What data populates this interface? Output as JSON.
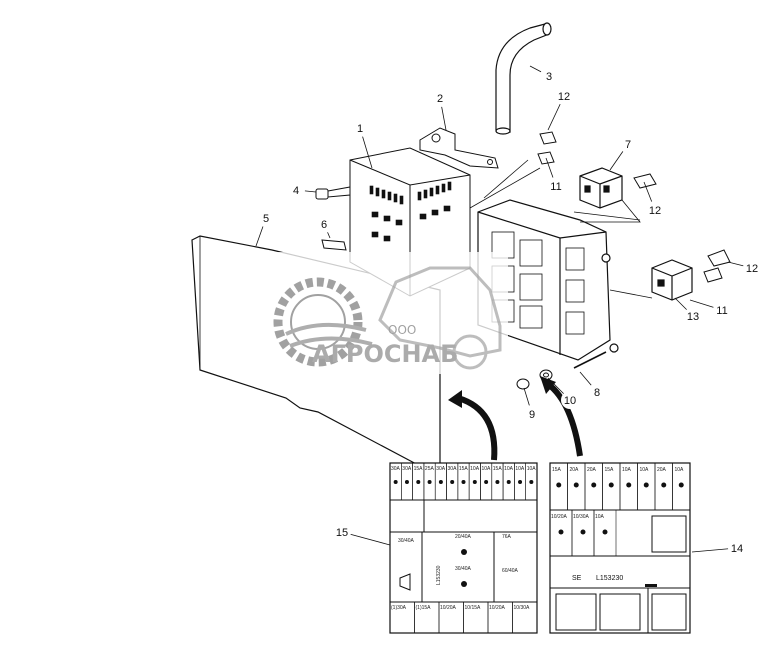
{
  "watermark": {
    "company_prefix": "ООО",
    "company_name": "АГРОСНАБ"
  },
  "callouts": [
    "1",
    "2",
    "3",
    "4",
    "5",
    "6",
    "7",
    "8",
    "9",
    "10",
    "11",
    "12",
    "12",
    "11",
    "12",
    "11",
    "12",
    "13",
    "14",
    "15"
  ],
  "panel_left": {
    "top_ratings": [
      "30A",
      "30A",
      "15A",
      "25A",
      "30A",
      "30A",
      "15A",
      "10A",
      "10A",
      "15A",
      "10A",
      "10A",
      "10A"
    ],
    "labels": {
      "r1": "30/40A",
      "r2": "20/40A",
      "r3": "30/40A",
      "r4": "76A",
      "r5": "60/40A",
      "part_no": "L153230"
    },
    "bottom_ratings": [
      "(1)30A",
      "(1)15A",
      "10/20A",
      "10/15A",
      "10/20A",
      "10/30A"
    ]
  },
  "panel_right": {
    "top_ratings": [
      "15A",
      "20A",
      "20A",
      "15A",
      "10A",
      "10A",
      "20A",
      "10A"
    ],
    "mid_ratings": [
      "10/20A",
      "10/30A",
      "10A"
    ],
    "side_text": "SE",
    "part_no": "L153230"
  }
}
